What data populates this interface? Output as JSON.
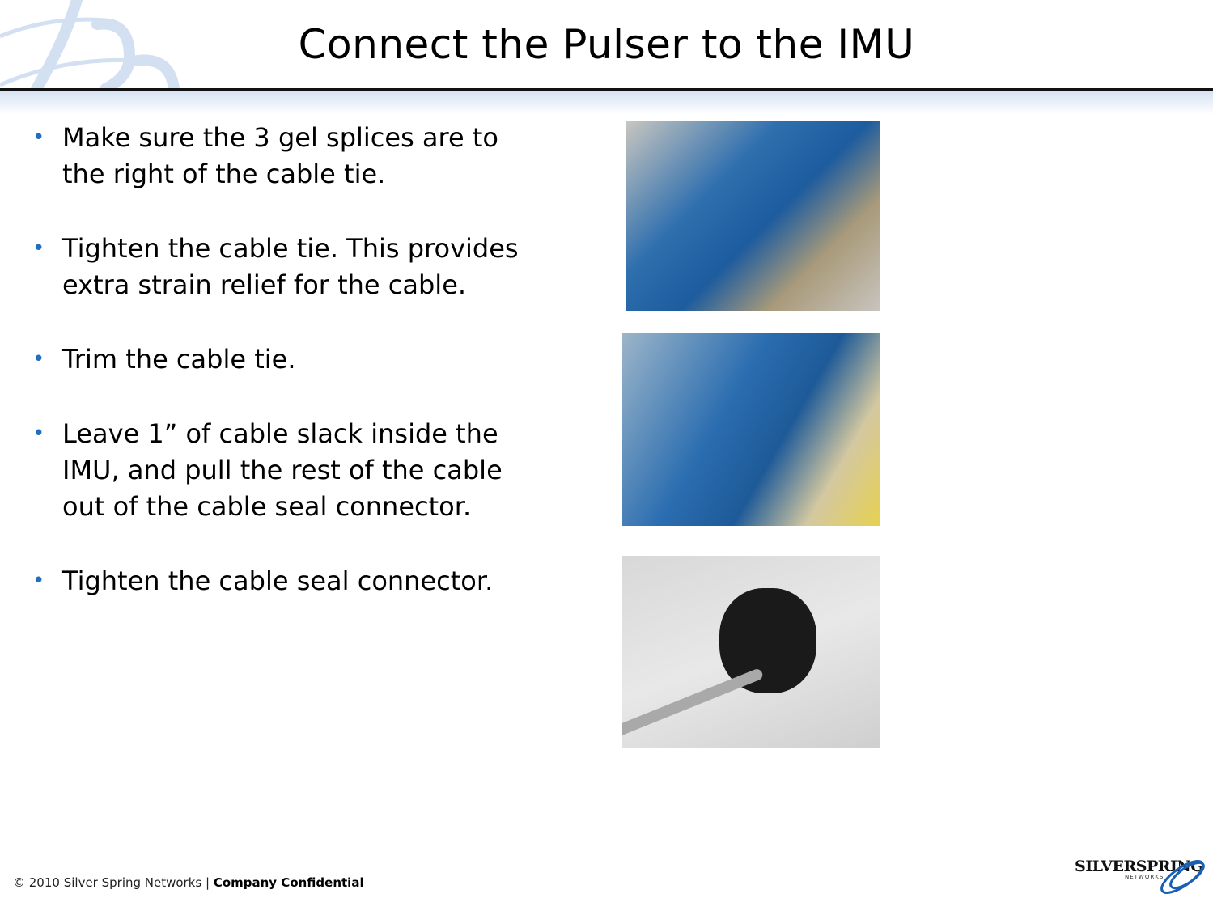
{
  "slide": {
    "title": "Connect the Pulser to the IMU",
    "bullets": [
      "Make sure the 3 gel splices are to the right of the cable tie.",
      "Tighten the cable tie.  This provides extra strain relief for the cable.",
      "Trim the cable tie.",
      "Leave 1” of cable slack inside the IMU, and pull the rest of the cable out of the cable seal connector.",
      "Tighten the cable seal connector."
    ],
    "bullet_color": "#1f6fc0"
  },
  "footer": {
    "copyright": "© 2010 Silver Spring Networks | ",
    "confidential": "Company Confidential"
  },
  "brand": {
    "name": "SILVERSPRING",
    "sub": "NETWORKS"
  }
}
